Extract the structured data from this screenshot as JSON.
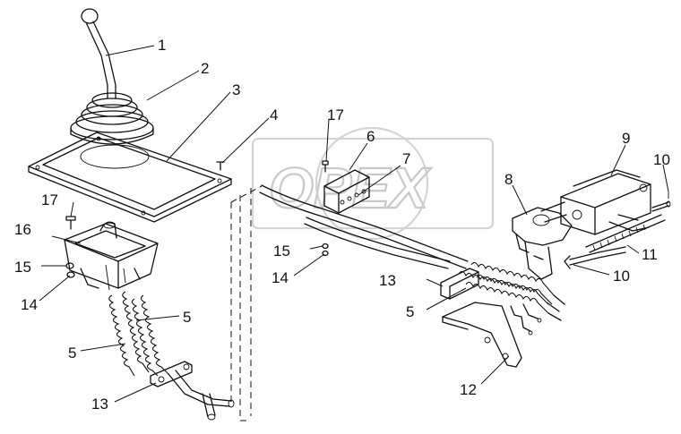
{
  "watermark": {
    "text": "OPEX"
  },
  "callouts": [
    {
      "id": "c1",
      "text": "1"
    },
    {
      "id": "c2",
      "text": "2"
    },
    {
      "id": "c3",
      "text": "3"
    },
    {
      "id": "c4",
      "text": "4"
    },
    {
      "id": "c5a",
      "text": "5"
    },
    {
      "id": "c5b",
      "text": "5"
    },
    {
      "id": "c5c",
      "text": "5"
    },
    {
      "id": "c6",
      "text": "6"
    },
    {
      "id": "c7",
      "text": "7"
    },
    {
      "id": "c8",
      "text": "8"
    },
    {
      "id": "c9",
      "text": "9"
    },
    {
      "id": "c10a",
      "text": "10"
    },
    {
      "id": "c10b",
      "text": "10"
    },
    {
      "id": "c11",
      "text": "11"
    },
    {
      "id": "c12",
      "text": "12"
    },
    {
      "id": "c13a",
      "text": "13"
    },
    {
      "id": "c13b",
      "text": "13"
    },
    {
      "id": "c14a",
      "text": "14"
    },
    {
      "id": "c14b",
      "text": "14"
    },
    {
      "id": "c15a",
      "text": "15"
    },
    {
      "id": "c15b",
      "text": "15"
    },
    {
      "id": "c16",
      "text": "16"
    },
    {
      "id": "c17a",
      "text": "17"
    },
    {
      "id": "c17b",
      "text": "17"
    }
  ]
}
